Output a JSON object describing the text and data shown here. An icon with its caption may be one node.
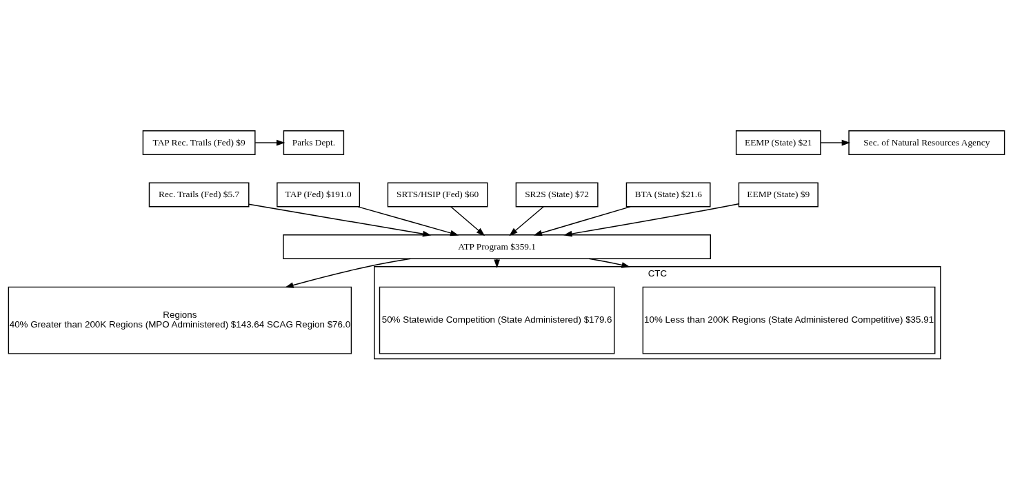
{
  "diagram": {
    "nodes": [
      {
        "text": [
          "Parks Dept."
        ]
      },
      {
        "text": [
          "TAP Rec. Trails (Fed) $9"
        ]
      },
      {
        "text": [
          "EEMP (State) $21"
        ]
      },
      {
        "text": [
          "Sec. of Natural Resources Agency"
        ]
      },
      {
        "text": [
          "Rec. Trails (Fed) $5.7"
        ]
      },
      {
        "text": [
          "TAP (Fed) $191.0"
        ]
      },
      {
        "text": [
          "SRTS/HSIP (Fed) $60"
        ]
      },
      {
        "text": [
          "SR2S (State) $72"
        ]
      },
      {
        "text": [
          "BTA (State) $21.6"
        ]
      },
      {
        "text": [
          "EEMP (State) $9"
        ]
      },
      {
        "text": [
          "ATP Program $359.1"
        ]
      },
      {
        "text": [
          "Regions",
          "40% Greater than 200K Regions (MPO Administered) $143.64 SCAG Region $76.0"
        ]
      },
      {
        "text": [
          "CTC"
        ]
      },
      {
        "text": [
          "10% Less than 200K Regions (State Administered Competitive) $35.91"
        ],
        "in": 12
      },
      {
        "text": [
          "50% Statewide Competition (State Administered) $179.6"
        ],
        "in": 12
      }
    ],
    "edges": [
      {
        "from": 1,
        "to": 0,
        "arrow": "to"
      },
      {
        "from": 2,
        "to": 3,
        "arrow": "to"
      },
      {
        "from": 4,
        "to": 10,
        "arrow": "to"
      },
      {
        "from": 5,
        "to": 10,
        "arrow": "to"
      },
      {
        "from": 6,
        "to": 10,
        "arrow": "to"
      },
      {
        "from": 7,
        "to": 10,
        "arrow": "to"
      },
      {
        "from": 8,
        "to": 10,
        "arrow": "to"
      },
      {
        "from": 9,
        "to": 10,
        "arrow": "to"
      },
      {
        "from": 10,
        "to": 11,
        "arrow": "to"
      },
      {
        "from": 10,
        "to": 12,
        "arrow": "to"
      },
      {
        "from": 10,
        "to": 12,
        "arrow": "to"
      }
    ]
  }
}
